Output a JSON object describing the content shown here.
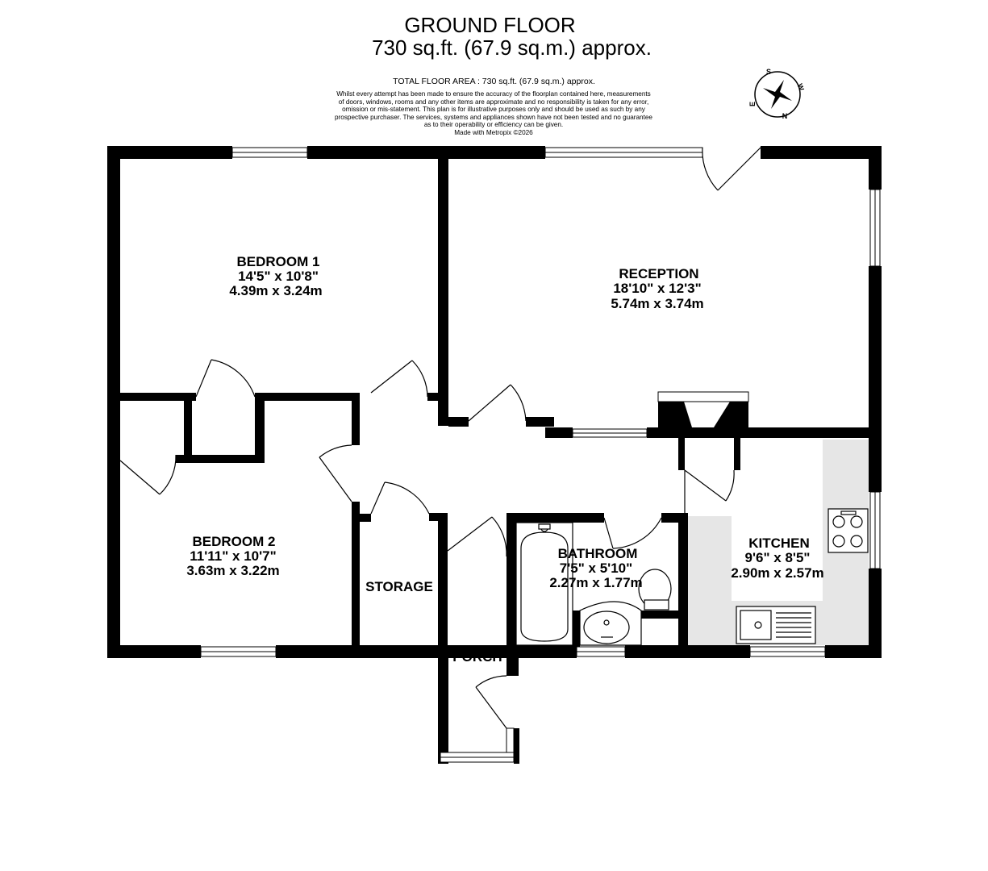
{
  "header": {
    "floor_name": "GROUND FLOOR",
    "floor_area": "730 sq.ft. (67.9 sq.m.) approx.",
    "total_area": "TOTAL FLOOR AREA : 730 sq.ft. (67.9 sq.m.) approx.",
    "disclaimer_lines": [
      "Whilst every attempt has been made to ensure the accuracy of the floorplan contained here, measurements",
      "of doors, windows, rooms and any other items are approximate and no responsibility is taken for any error,",
      "omission or mis-statement. This plan is for illustrative purposes only and should be used as such by any",
      "prospective purchaser. The services, systems and appliances shown have not been tested and no guarantee",
      "as to their operability or efficiency can be given.",
      "Made with Metropix ©2026"
    ]
  },
  "compass": {
    "letters": [
      "S",
      "W",
      "N",
      "E"
    ]
  },
  "rooms": {
    "bedroom1": {
      "name": "BEDROOM 1",
      "imperial": "14'5\"  x 10'8\"",
      "metric": "4.39m  x 3.24m"
    },
    "reception": {
      "name": "RECEPTION",
      "imperial": "18'10\"  x 12'3\"",
      "metric": "5.74m  x 3.74m"
    },
    "bedroom2": {
      "name": "BEDROOM 2",
      "imperial": "11'11\"  x 10'7\"",
      "metric": "3.63m  x 3.22m"
    },
    "storage": {
      "name": "STORAGE"
    },
    "bathroom": {
      "name": "BATHROOM",
      "imperial": "7'5\"  x 5'10\"",
      "metric": "2.27m  x 1.77m"
    },
    "kitchen": {
      "name": "KITCHEN",
      "imperial": "9'6\"  x 8'5\"",
      "metric": "2.90m  x 2.57m"
    },
    "porch": {
      "name": "PORCH"
    }
  },
  "colors": {
    "wall": "#000000",
    "kitchen_worktop": "#e6e6e6",
    "background": "#ffffff"
  }
}
